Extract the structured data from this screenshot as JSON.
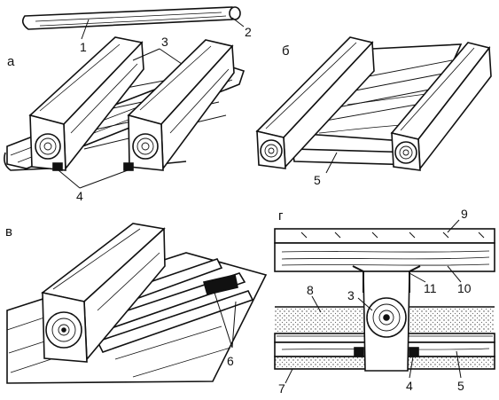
{
  "panels": {
    "a": "а",
    "b": "б",
    "v": "в",
    "g": "г"
  },
  "callouts": {
    "n1": "1",
    "n2": "2",
    "n3a": "3",
    "n4a": "4",
    "n5b": "5",
    "n6": "6",
    "n9": "9",
    "n11": "11",
    "n10": "10",
    "n8": "8",
    "n3g": "3",
    "n7": "7",
    "n4g": "4",
    "n5g": "5"
  },
  "colors": {
    "ink": "#111111",
    "paper": "#ffffff",
    "insulation": "#d8d8d8"
  }
}
